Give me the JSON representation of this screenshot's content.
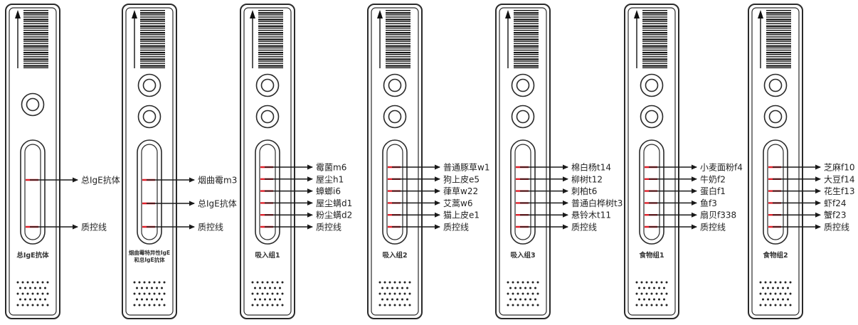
{
  "colors": {
    "outline": "#2a2a2a",
    "test_line": "#e0202a",
    "arrow": "#1a1a1a",
    "text": "#222222"
  },
  "strips": [
    {
      "title": [
        "总IgE抗体"
      ],
      "circles": 1,
      "labels": [
        "总IgE抗体",
        "质控线"
      ]
    },
    {
      "title": [
        "烟曲霉特异性IgE",
        "和总IgE抗体"
      ],
      "circles": 2,
      "labels": [
        "烟曲霉m3",
        "总IgE抗体",
        "质控线"
      ]
    },
    {
      "title": [
        "吸入组1"
      ],
      "circles": 2,
      "labels": [
        "霉菌m6",
        "屋尘h1",
        "蟑螂i6",
        "屋尘螨d1",
        "粉尘螨d2",
        "质控线"
      ]
    },
    {
      "title": [
        "吸入组2"
      ],
      "circles": 2,
      "labels": [
        "普通豚草w1",
        "狗上皮e5",
        "葎草w22",
        "艾蒿w6",
        "猫上皮e1",
        "质控线"
      ]
    },
    {
      "title": [
        "吸入组3"
      ],
      "circles": 2,
      "labels": [
        "棉白杨t14",
        "柳树t12",
        "刺柏t6",
        "普通白桦树t3",
        "悬铃木t11",
        "质控线"
      ]
    },
    {
      "title": [
        "食物组1"
      ],
      "circles": 2,
      "labels": [
        "小麦面粉f4",
        "牛奶f2",
        "蛋白f1",
        "鱼f3",
        "扇贝f338",
        "质控线"
      ]
    },
    {
      "title": [
        "食物组2"
      ],
      "circles": 2,
      "labels": [
        "芝麻f10",
        "大豆f14",
        "花生f13",
        "虾f24",
        "蟹f23",
        "质控线"
      ]
    }
  ]
}
